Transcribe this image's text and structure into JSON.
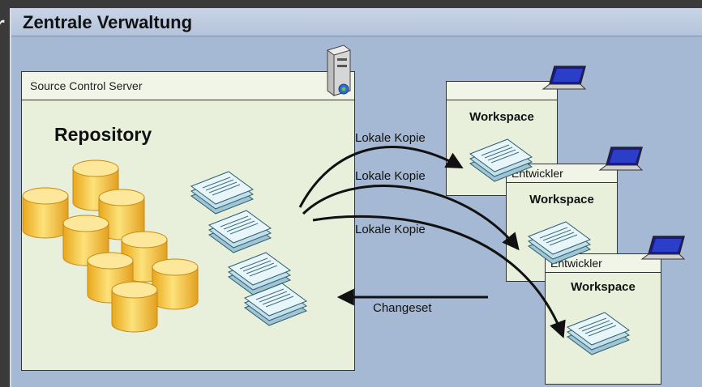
{
  "page": {
    "cut_letter": "r",
    "title": "Zentrale Verwaltung"
  },
  "server": {
    "label": "Source Control Server",
    "repository_label": "Repository",
    "icon": "server-tower-icon"
  },
  "workspaces": [
    {
      "header": "",
      "title": "Workspace",
      "icon": "laptop-icon"
    },
    {
      "header": "Entwickler",
      "title": "Workspace",
      "icon": "laptop-icon"
    },
    {
      "header": "Entwickler",
      "title": "Workspace",
      "icon": "laptop-icon"
    }
  ],
  "arrows": {
    "copy_labels": [
      "Lokale Kopie",
      "Lokale Kopie",
      "Lokale Kopie"
    ],
    "changeset_label": "Changeset"
  },
  "colors": {
    "background_panel": "#a5b8d4",
    "box_fill": "#e8f0dc",
    "database": "#f5c242",
    "document": "#d6ecf2"
  }
}
